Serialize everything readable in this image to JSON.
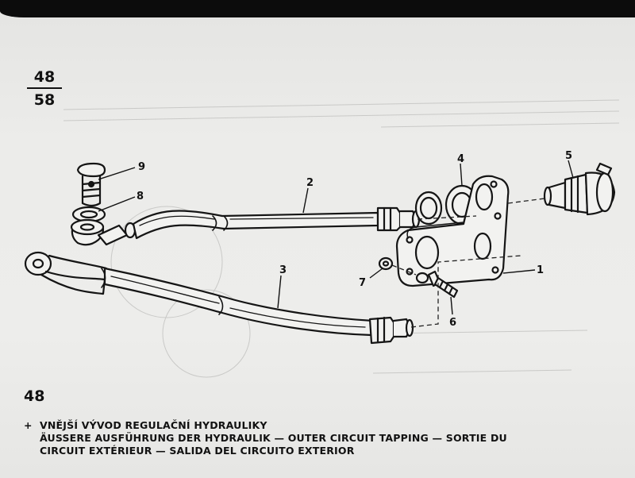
{
  "page_ref": {
    "top": "48",
    "bottom": "58"
  },
  "figure_number": "48",
  "callouts": [
    "1",
    "2",
    "3",
    "4",
    "5",
    "6",
    "7",
    "8",
    "9"
  ],
  "caption": {
    "marker": "+",
    "line1": "VNĚJŠÍ VÝVOD REGULAČNÍ HYDRAULIKY",
    "line2": "ÄUSSERE AUSFÜHRUNG DER HYDRAULIK — OUTER CIRCUIT TAPPING — SORTIE DU",
    "line3": "CIRCUIT EXTÉRIEUR — SALIDA DEL CIRCUITO EXTERIOR"
  }
}
